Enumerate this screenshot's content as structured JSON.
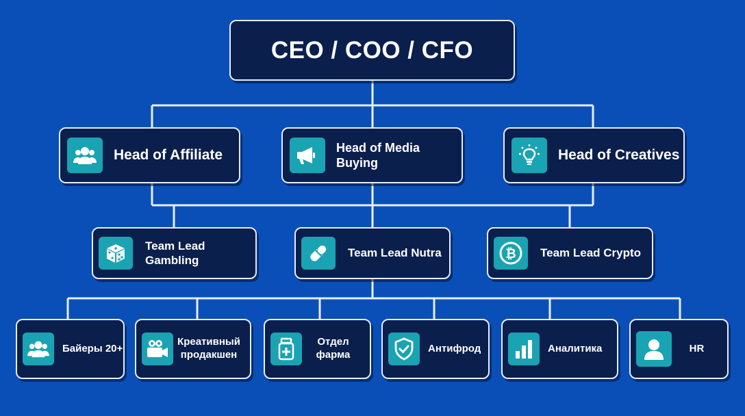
{
  "colors": {
    "background": "#0a4fb8",
    "node_fill": "#0b1f4d",
    "node_border": "#e8edf7",
    "icon_tile": "#1aa3b3",
    "connector": "#e8edf7"
  },
  "top": {
    "label": "CEO / COO / CFO"
  },
  "heads": [
    {
      "label": "Head of Affiliate",
      "icon": "users-icon"
    },
    {
      "label": "Head of Media Buying",
      "icon": "megaphone-icon"
    },
    {
      "label": "Head of Creatives",
      "icon": "lightbulb-icon"
    }
  ],
  "team_leads": [
    {
      "label": "Team Lead Gambling",
      "icon": "dice-icon"
    },
    {
      "label": "Team Lead Nutra",
      "icon": "pill-icon"
    },
    {
      "label": "Team Lead Crypto",
      "icon": "bitcoin-icon"
    }
  ],
  "departments": [
    {
      "lines": [
        "Байеры 20+"
      ],
      "icon": "users-icon"
    },
    {
      "lines": [
        "Креативный",
        "продакшен"
      ],
      "icon": "video-camera-icon"
    },
    {
      "lines": [
        "Отдел",
        "фарма"
      ],
      "icon": "medicine-bottle-icon"
    },
    {
      "lines": [
        "Антифрод"
      ],
      "icon": "shield-check-icon"
    },
    {
      "lines": [
        "Аналитика"
      ],
      "icon": "bar-chart-icon"
    },
    {
      "lines": [
        "HR"
      ],
      "icon": "user-icon"
    }
  ]
}
